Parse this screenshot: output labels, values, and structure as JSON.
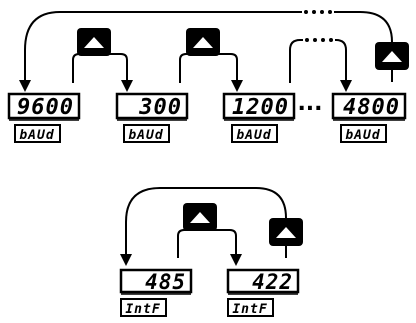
{
  "top_row": {
    "displays": [
      {
        "value": "9600",
        "unit": "bAUd"
      },
      {
        "value": "300",
        "unit": "bAUd"
      },
      {
        "value": "1200",
        "unit": "bAUd"
      },
      {
        "value": "4800",
        "unit": "bAUd"
      }
    ],
    "ellipsis": "..."
  },
  "bottom_row": {
    "displays": [
      {
        "value": "485",
        "unit": "IntF"
      },
      {
        "value": "422",
        "unit": "IntF"
      }
    ]
  },
  "up_button_icon": "up-arrow-key-icon",
  "colors": {
    "ink": "#000000",
    "paper": "#ffffff"
  }
}
